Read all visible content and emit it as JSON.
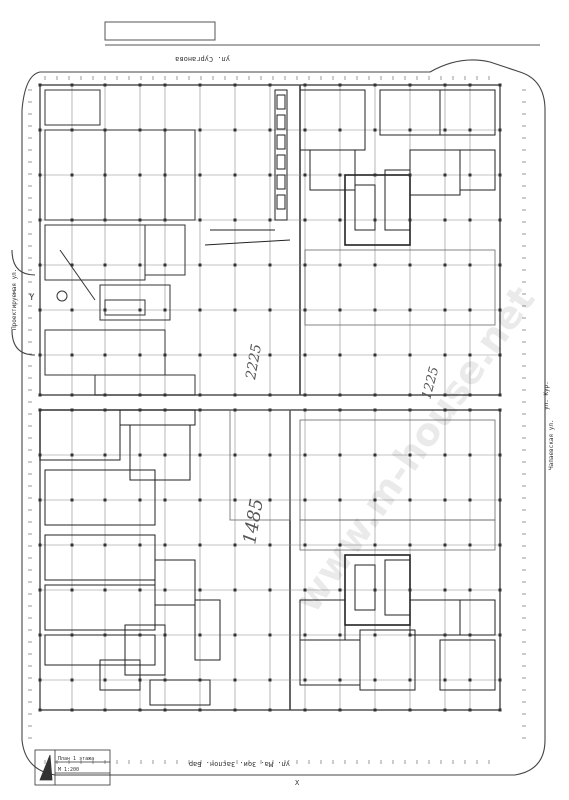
{
  "drawing": {
    "labels": {
      "top_street": "ул. Сурганова",
      "bottom_street": "ул. Ма. Зои. Заслон. Бар",
      "right_street_upper": "ул. Кур.",
      "right_street_lower": "Чапаевская ул.",
      "left_side": "Проектируемая ул.",
      "axis_mark_left": "Y",
      "axis_mark_bottom": "X"
    },
    "handwritten": {
      "upper": "2225",
      "upper_right": "1225",
      "lower": "1485"
    },
    "watermark": "www.m-house.net",
    "title_block": {
      "line1": "План 1 этажа",
      "line2": "М 1:200"
    }
  }
}
